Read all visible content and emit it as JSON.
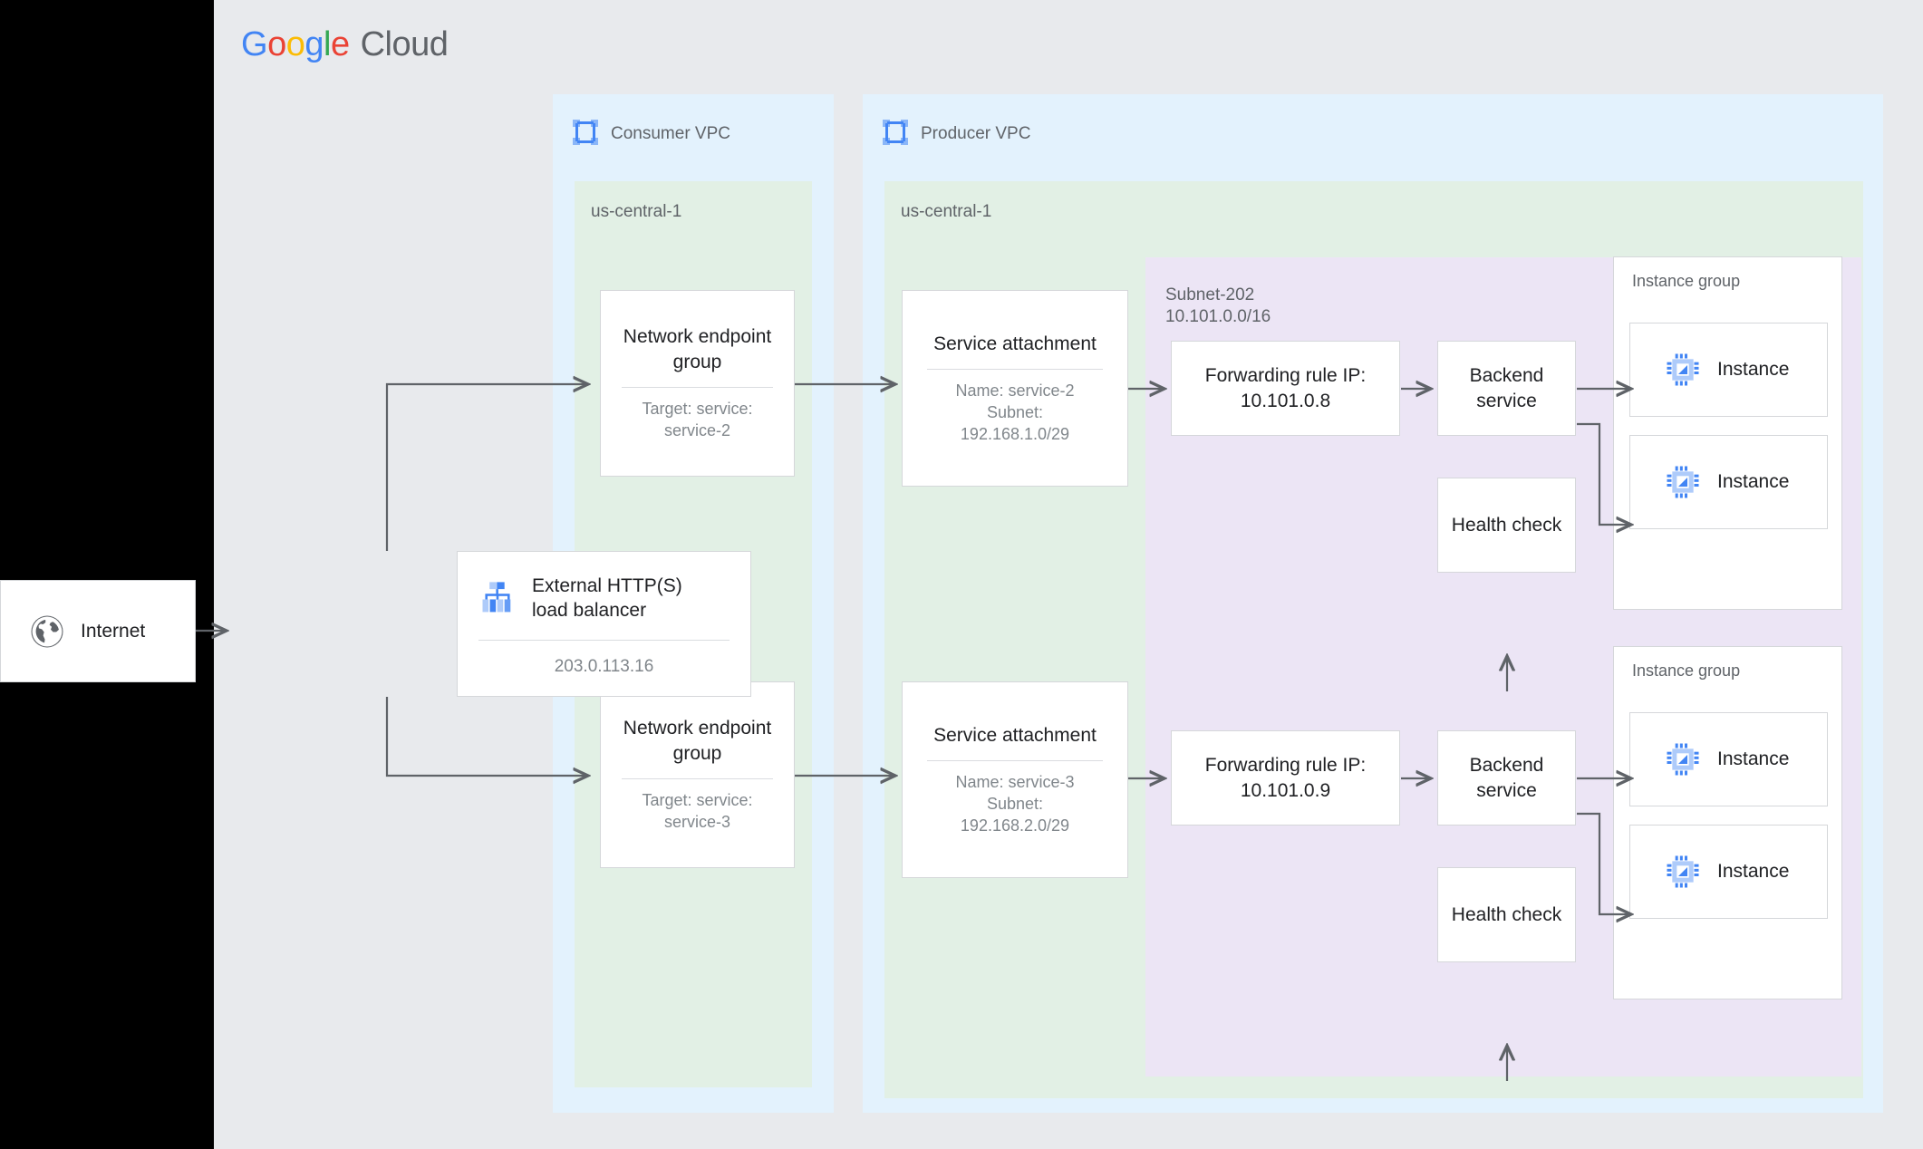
{
  "brand": {
    "logo_google": [
      "G",
      "o",
      "o",
      "g",
      "l",
      "e"
    ],
    "logo_cloud": "Cloud",
    "colors": {
      "blue": "#4285F4",
      "red": "#EA4335",
      "yellow": "#FBBC05",
      "green": "#34A853",
      "gray_text": "#5F6368",
      "vpc_panel": "#e3f2fd",
      "region_panel": "#e2f0e5",
      "subnet_panel": "#ece5f5",
      "canvas": "#e8eaed",
      "card": "#ffffff",
      "edge": "#5f6368"
    }
  },
  "internet": {
    "label": "Internet",
    "icon": "globe-icon"
  },
  "load_balancer": {
    "title": "External HTTP(S)\nload balancer",
    "ip": "203.0.113.16",
    "icon": "load-balancer-icon"
  },
  "consumer_vpc": {
    "label": "Consumer VPC",
    "icon": "vpc-icon",
    "region": {
      "label": "us-central-1"
    },
    "negs": [
      {
        "title": "Network\nendpoint group",
        "subtitle": "Target: service:\nservice-2"
      },
      {
        "title": "Network\nendpoint group",
        "subtitle": "Target: service:\nservice-3"
      }
    ]
  },
  "producer_vpc": {
    "label": "Producer VPC",
    "icon": "vpc-icon",
    "region": {
      "label": "us-central-1"
    },
    "subnet": {
      "label": "Subnet-202\n10.101.0.0/16"
    },
    "service_attachments": [
      {
        "title": "Service attachment",
        "subtitle": "Name: service-2\nSubnet:\n192.168.1.0/29"
      },
      {
        "title": "Service attachment",
        "subtitle": "Name: service-3\nSubnet:\n192.168.2.0/29"
      }
    ],
    "forwarding_rules": [
      {
        "title": "Forwarding rule\nIP: 10.101.0.8"
      },
      {
        "title": "Forwarding rule\nIP: 10.101.0.9"
      }
    ],
    "backend_services": [
      {
        "title": "Backend\nservice"
      },
      {
        "title": "Backend\nservice"
      }
    ],
    "health_checks": [
      {
        "title": "Health\ncheck"
      },
      {
        "title": "Health\ncheck"
      }
    ],
    "instance_groups": [
      {
        "label": "Instance group",
        "instances": [
          {
            "label": "Instance",
            "icon": "instance-chip-icon"
          },
          {
            "label": "Instance",
            "icon": "instance-chip-icon"
          }
        ]
      },
      {
        "label": "Instance group",
        "instances": [
          {
            "label": "Instance",
            "icon": "instance-chip-icon"
          },
          {
            "label": "Instance",
            "icon": "instance-chip-icon"
          }
        ]
      }
    ]
  }
}
